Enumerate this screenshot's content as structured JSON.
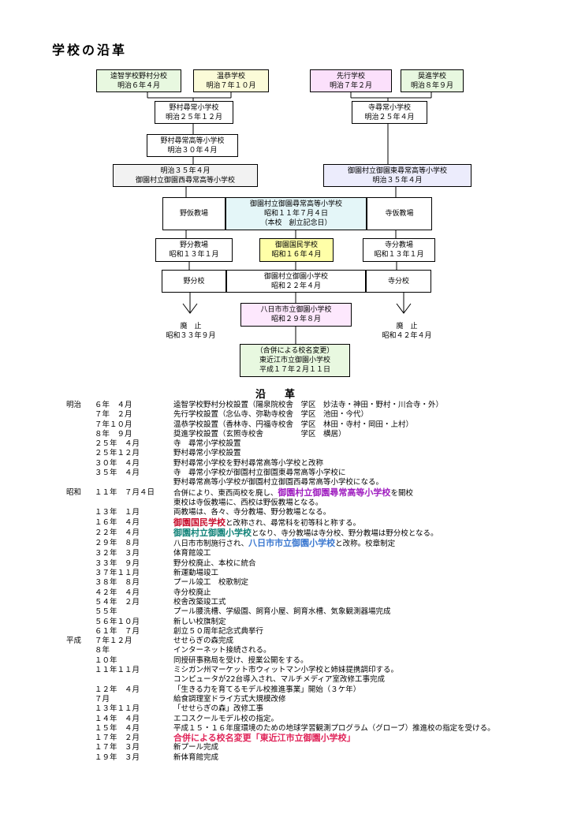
{
  "title": "学校の沿革",
  "chart": {
    "b1": [
      "逵智学校野村分校",
      "明治６年４月"
    ],
    "b2": [
      "温恭学校",
      "明治７年１０月"
    ],
    "b3": [
      "先行学校",
      "明治７年２月"
    ],
    "b4": [
      "奨進学校",
      "明治８年９月"
    ],
    "b5": [
      "野村尋常小学校",
      "明治２５年１２月"
    ],
    "b6": [
      "寺尋常小学校",
      "明治２５年４月"
    ],
    "b7": [
      "野村尋常高等小学校",
      "明治３０年４月"
    ],
    "b8": [
      "明治３５年４月",
      "御園村立御園西尋常高等小学校"
    ],
    "b9": [
      "御園村立御園東尋常高等小学校",
      "明治３５年４月"
    ],
    "b10": "野仮教場",
    "b11": [
      "御園村立御園尋常高等小学校",
      "昭和１１年７月４日",
      "（本校　創立記念日）"
    ],
    "b12": "寺仮教場",
    "b13": [
      "野分教場",
      "昭和１３年１月"
    ],
    "b14": [
      "御園国民学校",
      "昭和１６年４月"
    ],
    "b15": [
      "寺分教場",
      "昭和１３年１月"
    ],
    "b16": "野分校",
    "b17": [
      "御園村立御園小学校",
      "昭和２２年４月"
    ],
    "b18": "寺分校",
    "b19": [
      "八日市市立御園小学校",
      "昭和２９年８月"
    ],
    "abolish_left": [
      "廃　止",
      "昭和３３年９月"
    ],
    "abolish_right": [
      "廃　止",
      "昭和４２年４月"
    ],
    "b20": [
      "（合併による校名変更）",
      "東近江市立御園小学校",
      "平成１７年２月１１日"
    ]
  },
  "history_title": "沿革",
  "history": [
    {
      "era": "明治",
      "date": "６年　４月",
      "text": "逵智学校野村分校設置（陽泉院校舎　学区　妙法寺・神田・野村・川合寺・外）"
    },
    {
      "era": "",
      "date": "７年　２月",
      "text": "先行学校設置（念仏寺、弥勒寺校舎　学区　池田・今代）"
    },
    {
      "era": "",
      "date": "７年１０月",
      "text": "温恭学校設置（香林寺、円福寺校舎　学区　林田・寺村・岡田・上村）"
    },
    {
      "era": "",
      "date": "８年　９月",
      "text": "奨進学校設置（玄照寺校舎　　　　　学区　横居）"
    },
    {
      "era": "",
      "date": "２５年　４月",
      "text": "寺　尋常小学校設置"
    },
    {
      "era": "",
      "date": "２５年１２月",
      "text": "野村尋常小学校設置"
    },
    {
      "era": "",
      "date": "３０年　４月",
      "text": "野村尋常小学校を野村尋常高等小学校と改称"
    },
    {
      "era": "",
      "date": "３５年　４月",
      "text": "寺　尋常小学校が御園村立御園東尋常高等小学校に"
    },
    {
      "era": "",
      "date": "",
      "text": "野村尋常高等小学校が御園村立御園西尋常高等小学校になる。"
    },
    {
      "era": "昭和",
      "date": "１１年　７月４日",
      "text": "合併により、東西両校を廃し、",
      "hl": "御園村立御園尋常高等小学校",
      "hlc": "hl-purple",
      "after": "を開校"
    },
    {
      "era": "",
      "date": "",
      "text": "東校は寺仮教場に、西校は野仮教場となる。"
    },
    {
      "era": "",
      "date": "１３年　１月",
      "text": "両教場は、各々、寺分教場、野分教場となる。"
    },
    {
      "era": "",
      "date": "１６年　４月",
      "text": "",
      "hl": "御園国民学校",
      "hlc": "hl-red",
      "after": "と改称され、尋常科を初等科と称する。"
    },
    {
      "era": "",
      "date": "２２年　４月",
      "text": "",
      "hl": "御園村立御園小学校",
      "hlc": "hl-teal",
      "after": "となり、寺分教場は寺分校、野分教場は野分校となる。"
    },
    {
      "era": "",
      "date": "２９年　８月",
      "text": "八日市市制施行され、",
      "hl": "八日市市立御園小学校",
      "hlc": "hl-blue",
      "after": "と改称。校章制定"
    },
    {
      "era": "",
      "date": "３２年　３月",
      "text": "体育館竣工"
    },
    {
      "era": "",
      "date": "３３年　９月",
      "text": "野分校廃止、本校に統合"
    },
    {
      "era": "",
      "date": "３７年１１月",
      "text": "新運動場竣工"
    },
    {
      "era": "",
      "date": "３８年　８月",
      "text": "プール竣工　校歌制定"
    },
    {
      "era": "",
      "date": "４２年　４月",
      "text": "寺分校廃止"
    },
    {
      "era": "",
      "date": "５４年　２月",
      "text": "校舎改築竣工式"
    },
    {
      "era": "",
      "date": "５５年",
      "text": "プール腰洗槽、学級園、飼育小屋、飼育水槽、気象観測器場完成"
    },
    {
      "era": "",
      "date": "５６年１０月",
      "text": "新しい校旗制定"
    },
    {
      "era": "",
      "date": "６１年　７月",
      "text": "創立５０周年記念式典挙行"
    },
    {
      "era": "平成",
      "date": "７年１２月",
      "text": "せせらぎの森完成"
    },
    {
      "era": "",
      "date": "８年",
      "text": "インターネット接続される。"
    },
    {
      "era": "",
      "date": "１０年",
      "text": "同授研事務局を受け、授業公開をする。"
    },
    {
      "era": "",
      "date": "１１年１１月",
      "text": "ミシガン州マーケット市ウィットマン小学校と姉妹提携調印する。"
    },
    {
      "era": "",
      "date": "",
      "text": "コンピュータが22台導入され、マルチメディア室改修工事完成"
    },
    {
      "era": "",
      "date": "１２年　４月",
      "text": "「生きる力を育てるモデル校推進事業」開始（３ケ年）"
    },
    {
      "era": "",
      "date": "７月",
      "text": "給食調理室ドライ方式大規模改修"
    },
    {
      "era": "",
      "date": "１３年１１月",
      "text": "「せせらぎの森」改修工事"
    },
    {
      "era": "",
      "date": "１４年　４月",
      "text": "エコスクールモデル校の指定。"
    },
    {
      "era": "",
      "date": "１５年　４月",
      "text": "平成１５・１６年度環境のための地球学習観測プログラム（グローブ）推進校の指定を受ける。",
      "wrap": true
    },
    {
      "era": "",
      "date": "１７年　２月",
      "text": "合併による校名変更「東近江市立御園小学校」",
      "red": true
    },
    {
      "era": "",
      "date": "１７年　３月",
      "text": "新プール完成"
    },
    {
      "era": "",
      "date": "１９年　３月",
      "text": "新体育館完成"
    }
  ]
}
